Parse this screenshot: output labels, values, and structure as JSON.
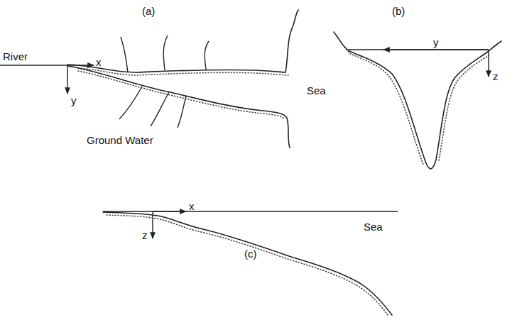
{
  "diagram": {
    "labels": [
      "(a)",
      "(b)",
      "River",
      "x",
      "y",
      "y",
      "z",
      "Sea",
      "Ground Water",
      "x",
      "z",
      "Sea",
      "(c)"
    ]
  }
}
